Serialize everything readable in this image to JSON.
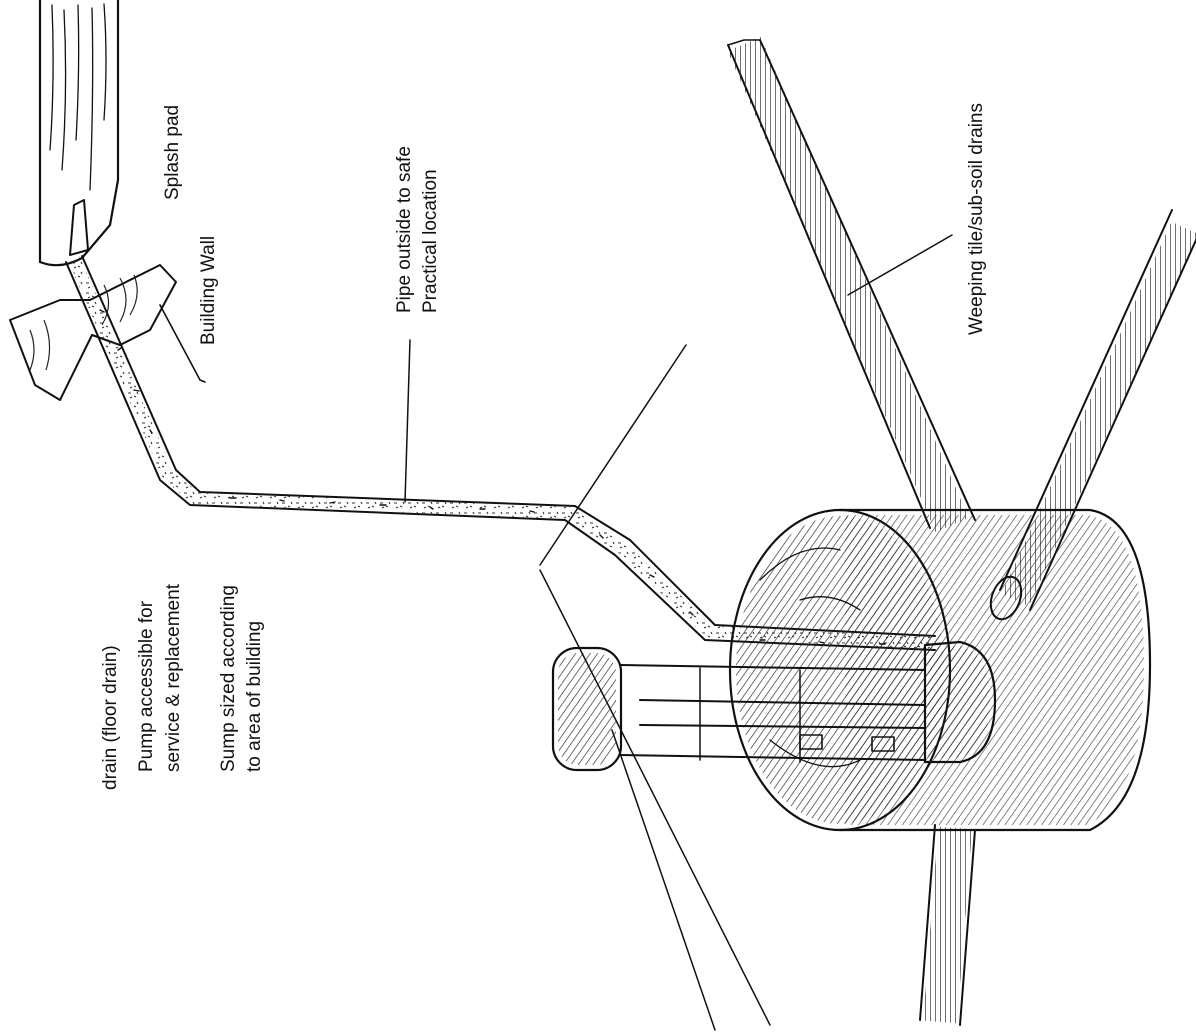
{
  "labels": {
    "floor_drain": "drain (floor drain)",
    "pump_line1": "Pump accessible for",
    "pump_line2": "service & replacement",
    "sump_line1": "Sump sized according",
    "sump_line2": "to area of building",
    "splash_pad": "Splash pad",
    "building_wall": "Building Wall",
    "pipe_line1": "Pipe outside to safe",
    "pipe_line2": "Practical location",
    "weeping_tile": "Weeping tile/sub-soil drains"
  },
  "colors": {
    "ink": "#111111",
    "background": "#ffffff"
  }
}
